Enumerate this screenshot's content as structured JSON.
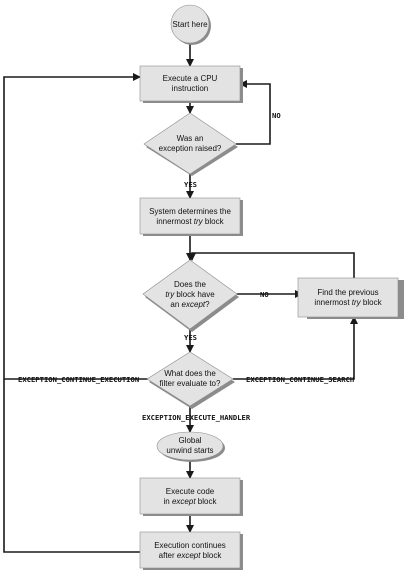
{
  "nodes": {
    "start": {
      "lines": [
        [
          "Start here"
        ]
      ]
    },
    "execute_instruction": {
      "lines": [
        [
          "Execute a CPU"
        ],
        [
          "instruction"
        ]
      ]
    },
    "exception_raised": {
      "lines": [
        [
          "Was an"
        ],
        [
          "exception raised?"
        ]
      ]
    },
    "determine_try": {
      "lines": [
        [
          "System determines the"
        ],
        [
          "innermost ",
          {
            "i": "try"
          },
          " block"
        ]
      ]
    },
    "has_except": {
      "lines": [
        [
          "Does the"
        ],
        [
          {
            "i": "try"
          },
          " block have"
        ],
        [
          "an ",
          {
            "i": "except"
          },
          "?"
        ]
      ]
    },
    "find_previous_try": {
      "lines": [
        [
          "Find the previous"
        ],
        [
          "innermost ",
          {
            "i": "try"
          },
          " block"
        ]
      ]
    },
    "filter_evaluate": {
      "lines": [
        [
          "What does the"
        ],
        [
          "filter evaluate to?"
        ]
      ]
    },
    "global_unwind": {
      "lines": [
        [
          "Global"
        ],
        [
          "unwind starts"
        ]
      ]
    },
    "execute_except": {
      "lines": [
        [
          "Execute code"
        ],
        [
          "in ",
          {
            "i": "except"
          },
          " block"
        ]
      ]
    },
    "execution_continues": {
      "lines": [
        [
          "Execution continues"
        ],
        [
          "after ",
          {
            "i": "except"
          },
          " block"
        ]
      ]
    }
  },
  "labels": {
    "no_exception": "NO",
    "yes_exception": "YES",
    "no_except": "NO",
    "yes_except": "YES",
    "continue_execution": "EXCEPTION_CONTINUE_EXECUTION",
    "continue_search": "EXCEPTION_CONTINUE_SEARCH",
    "execute_handler": "EXCEPTION_EXECUTE_HANDLER"
  },
  "colors": {
    "box_fill": "#e3e3e3",
    "box_shadow": "#8c8c8c",
    "line": "#1a1a1a",
    "text": "#111111"
  }
}
